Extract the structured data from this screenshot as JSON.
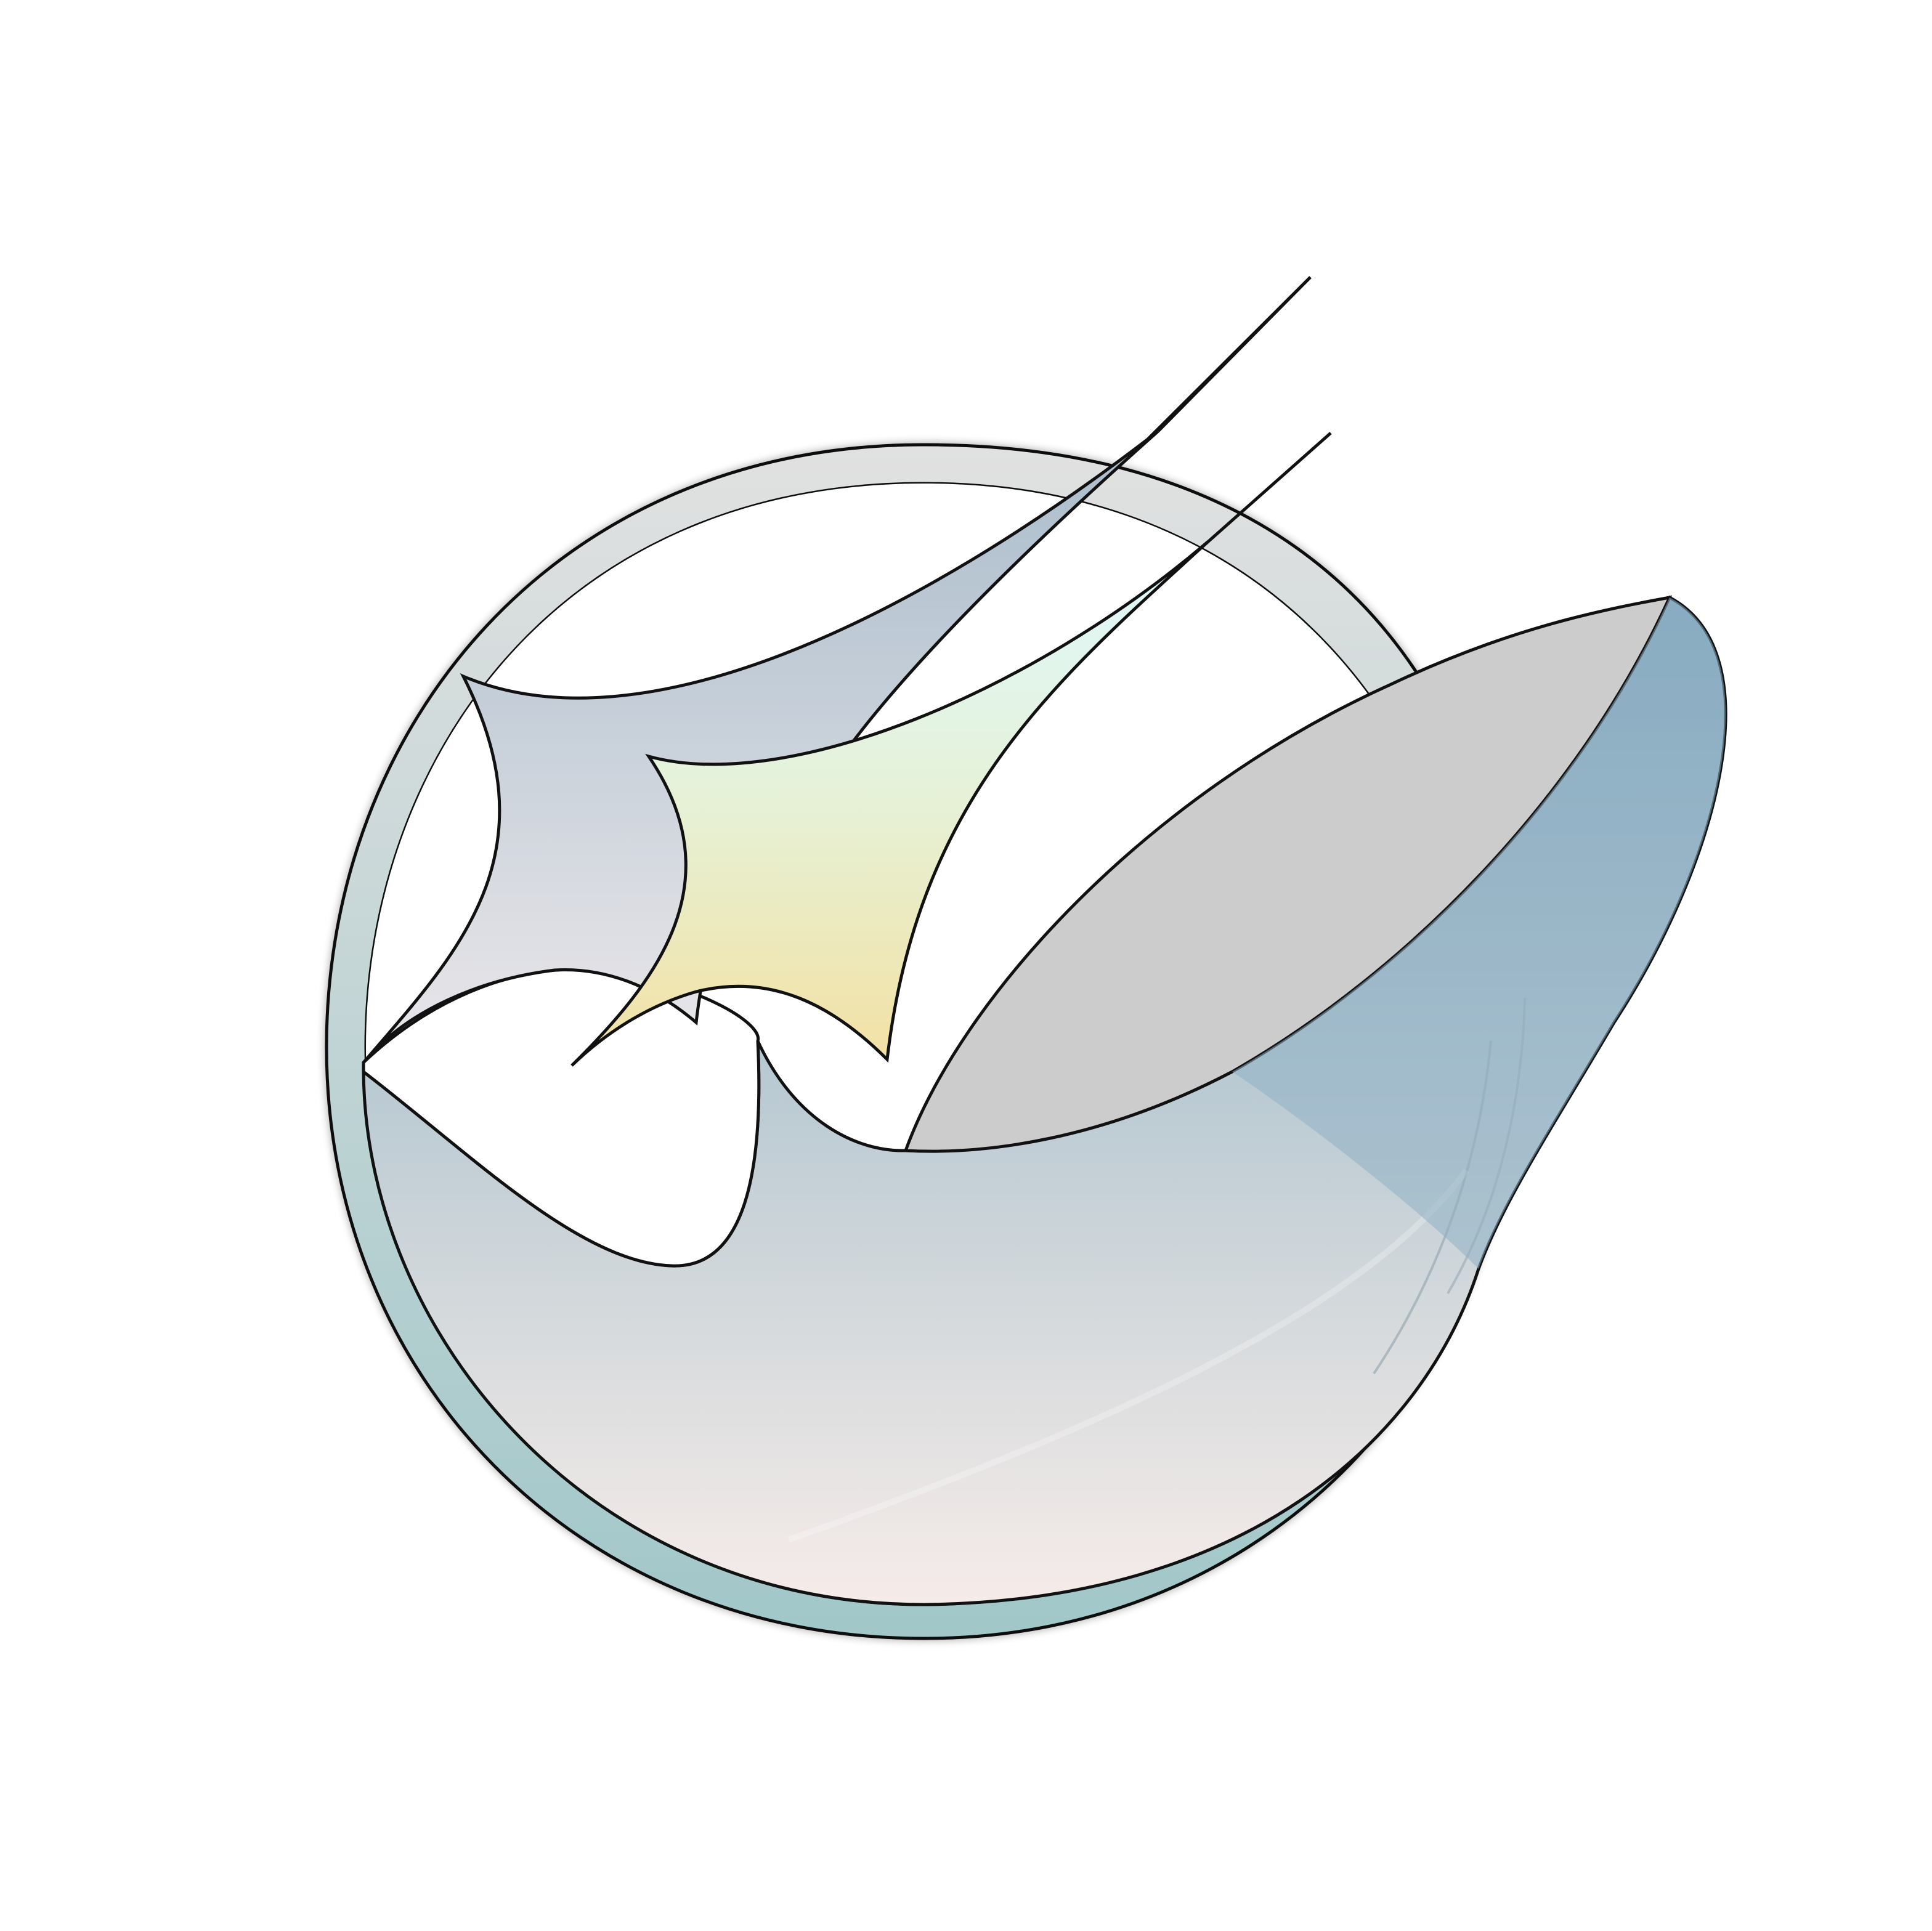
{
  "logo": {
    "elements": [
      "ring",
      "large-sparkle",
      "small-sparkle",
      "whale-tail-body",
      "fluke-plane"
    ],
    "colors": {
      "outline": "#111111",
      "ring_top": "#e1e1e1",
      "ring_bottom": "#a1c7c9",
      "sparkle_large_top": "#a9bccb",
      "sparkle_large_bottom": "#eae7ea",
      "sparkle_small_top": "#dff9ff",
      "sparkle_small_mid": "#e6f1d6",
      "sparkle_small_bottom": "#f3e1a3",
      "body_top": "#7fa5bd",
      "body_mid": "#b6c8d1",
      "body_bottom": "#f6ece9",
      "fluke_fill": "#cccccc",
      "background": "#ffffff"
    }
  }
}
